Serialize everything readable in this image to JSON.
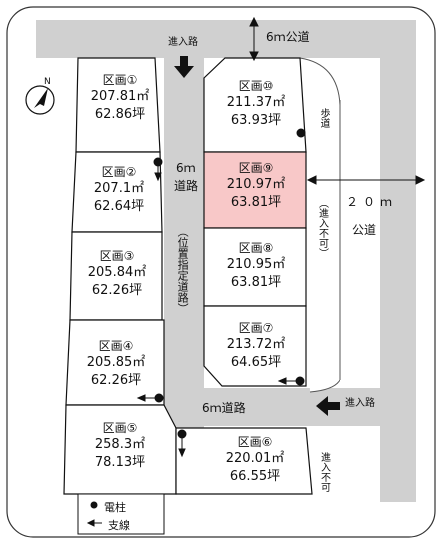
{
  "roads": {
    "top_public": "6ｍ公道",
    "main_public": "２０ｍ",
    "main_public_suffix": "公道",
    "center_road": "6ｍ",
    "center_road_suffix": "道路",
    "designated_road": "（位置指定道路）",
    "bottom_road": "6ｍ道路",
    "sidewalk": "歩道",
    "no_entry_1": "（進入不可）",
    "no_entry_2": "進入不可",
    "entry_top": "進入路",
    "entry_bottom": "進入路"
  },
  "plots": [
    {
      "name": "区画①",
      "area": "207.81㎡",
      "tsubo": "62.86坪",
      "highlighted": false
    },
    {
      "name": "区画②",
      "area": "207.1㎡",
      "tsubo": "62.64坪",
      "highlighted": false
    },
    {
      "name": "区画③",
      "area": "205.84㎡",
      "tsubo": "62.26坪",
      "highlighted": false
    },
    {
      "name": "区画④",
      "area": "205.85㎡",
      "tsubo": "62.26坪",
      "highlighted": false
    },
    {
      "name": "区画⑤",
      "area": "258.3㎡",
      "tsubo": "78.13坪",
      "highlighted": false
    },
    {
      "name": "区画⑥",
      "area": "220.01㎡",
      "tsubo": "66.55坪",
      "highlighted": false
    },
    {
      "name": "区画⑦",
      "area": "213.72㎡",
      "tsubo": "64.65坪",
      "highlighted": false
    },
    {
      "name": "区画⑧",
      "area": "210.95㎡",
      "tsubo": "63.81坪",
      "highlighted": false
    },
    {
      "name": "区画⑨",
      "area": "210.97㎡",
      "tsubo": "63.81坪",
      "highlighted": true
    },
    {
      "name": "区画⑩",
      "area": "211.37㎡",
      "tsubo": "63.93坪",
      "highlighted": false
    }
  ],
  "legend": {
    "pole": "電柱",
    "guy_wire": "支線"
  },
  "north": "N",
  "colors": {
    "road": "#d0d0d0",
    "highlight": "#f8c8c8",
    "line": "#111111"
  }
}
